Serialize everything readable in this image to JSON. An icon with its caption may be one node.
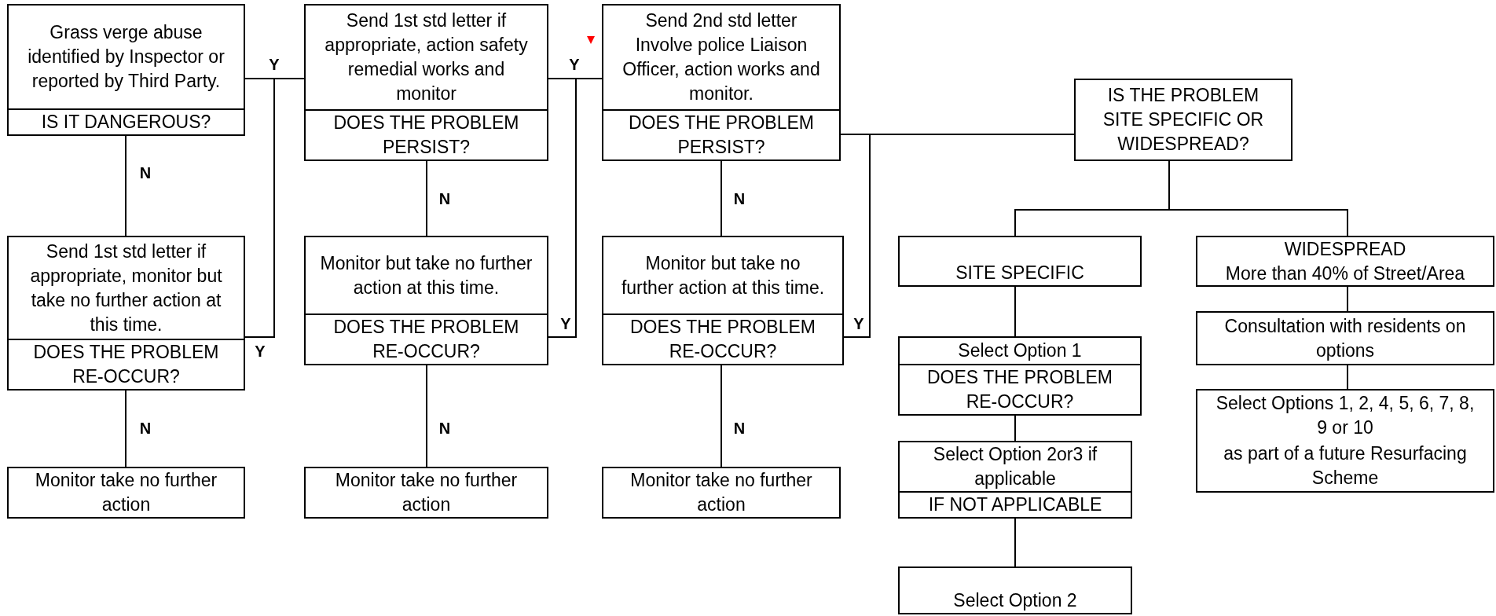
{
  "diagram": {
    "nodes": [
      {
        "text": [
          "Grass verge abuse identified by Inspector or reported by Third Party.",
          "IS IT DANGEROUS?"
        ]
      },
      {
        "text": [
          "Send 1st std letter if appropriate, action safety remedial works and monitor",
          "DOES THE PROBLEM PERSIST?"
        ]
      },
      {
        "text": [
          "Send 2nd std letter Involve police Liaison Officer, action works and monitor.",
          "DOES THE PROBLEM PERSIST?"
        ]
      },
      {
        "text": [
          "IS THE PROBLEM SITE SPECIFIC OR WIDESPREAD?"
        ]
      },
      {
        "text": [
          "Send 1st std letter if appropriate, monitor but take no further action at this time.",
          "DOES THE PROBLEM RE-OCCUR?"
        ]
      },
      {
        "text": [
          "Monitor but take no further action at this time.",
          "DOES THE PROBLEM RE-OCCUR?"
        ]
      },
      {
        "text": [
          "Monitor but take no further action at this time.",
          "DOES THE PROBLEM RE-OCCUR?"
        ]
      },
      {
        "text": [
          "SITE SPECIFIC"
        ]
      },
      {
        "text": [
          "WIDESPREAD",
          "More than 40% of Street/Area"
        ]
      },
      {
        "text": [
          "Select Option 1",
          "DOES THE PROBLEM RE-OCCUR?"
        ]
      },
      {
        "text": [
          "Consultation with residents on options"
        ]
      },
      {
        "text": [
          "Select Options 1, 2, 4, 5, 6, 7, 8, 9 or 10",
          "as part of a future Resurfacing Scheme"
        ]
      },
      {
        "text": [
          "Monitor take no further action"
        ]
      },
      {
        "text": [
          "Monitor take no further action"
        ]
      },
      {
        "text": [
          "Monitor take no further action"
        ]
      },
      {
        "text": [
          "Select Option 2or3 if applicable",
          "IF NOT APPLICABLE"
        ]
      },
      {
        "text": [
          "Select Option 2"
        ]
      }
    ],
    "edges": [
      {
        "from": 0,
        "to": 1,
        "arrow": "none",
        "label": "Y"
      },
      {
        "from": 0,
        "to": 4,
        "arrow": "none",
        "label": "N"
      },
      {
        "from": 4,
        "to": 1,
        "arrow": "none",
        "label": "Y"
      },
      {
        "from": 4,
        "to": 12,
        "arrow": "none",
        "label": "N"
      },
      {
        "from": 1,
        "to": 2,
        "arrow": "none",
        "label": "Y"
      },
      {
        "from": 1,
        "to": 5,
        "arrow": "none",
        "label": "N"
      },
      {
        "from": 5,
        "to": 2,
        "arrow": "none",
        "label": "Y"
      },
      {
        "from": 5,
        "to": 13,
        "arrow": "none",
        "label": "N"
      },
      {
        "from": 2,
        "to": 3,
        "arrow": "none"
      },
      {
        "from": 2,
        "to": 6,
        "arrow": "none",
        "label": "N"
      },
      {
        "from": 6,
        "to": 3,
        "arrow": "none",
        "label": "Y"
      },
      {
        "from": 6,
        "to": 14,
        "arrow": "none",
        "label": "N"
      },
      {
        "from": 3,
        "to": 7,
        "arrow": "none"
      },
      {
        "from": 3,
        "to": 8,
        "arrow": "none"
      },
      {
        "from": 7,
        "to": 9,
        "arrow": "none"
      },
      {
        "from": 9,
        "to": 15,
        "arrow": "none"
      },
      {
        "from": 15,
        "to": 16,
        "arrow": "none"
      },
      {
        "from": 8,
        "to": 10,
        "arrow": "none"
      },
      {
        "from": 10,
        "to": 11,
        "arrow": "none"
      }
    ]
  }
}
